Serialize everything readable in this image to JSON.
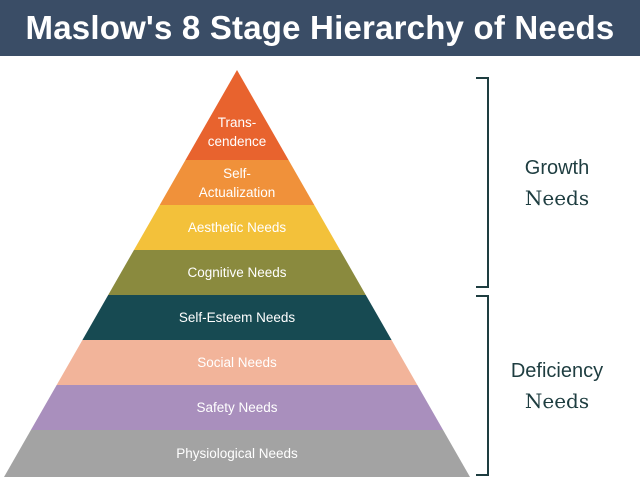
{
  "title": "Maslow's 8 Stage Hierarchy of Needs",
  "layers": [
    {
      "label_lines": [
        "Trans-",
        "cendence"
      ],
      "color": "#e8632e"
    },
    {
      "label_lines": [
        "Self-",
        "Actualization"
      ],
      "color": "#f0913a"
    },
    {
      "label_lines": [
        "Aesthetic Needs"
      ],
      "color": "#f3c13a"
    },
    {
      "label_lines": [
        "Cognitive Needs"
      ],
      "color": "#8a8a3e"
    },
    {
      "label_lines": [
        "Self-Esteem Needs"
      ],
      "color": "#174a52"
    },
    {
      "label_lines": [
        "Social Needs"
      ],
      "color": "#f2b49a"
    },
    {
      "label_lines": [
        "Safety Needs"
      ],
      "color": "#a98fbd"
    },
    {
      "label_lines": [
        "Physiological Needs"
      ],
      "color": "#a3a3a3"
    }
  ],
  "groups": [
    {
      "label_lines": [
        "Growth",
        "Needs"
      ],
      "spans_layers": [
        0,
        3
      ]
    },
    {
      "label_lines": [
        "Deficiency",
        "Needs"
      ],
      "spans_layers": [
        4,
        7
      ]
    }
  ],
  "colors": {
    "title_bar": "#3a4d66",
    "title_text": "#ffffff",
    "brace": "#1e3d40",
    "group_text": "#1e3d40"
  }
}
